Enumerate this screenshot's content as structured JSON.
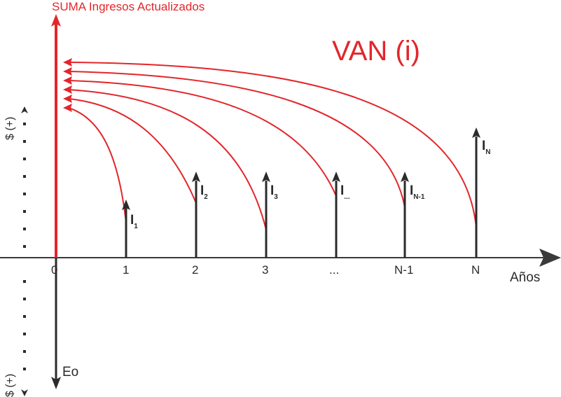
{
  "title": "VAN (i)",
  "sum_label": "SUMA Ingresos Actualizados",
  "axis_label": "Años",
  "side_label_top": "$ (+)",
  "side_label_bottom": "$ (+)",
  "outflow_label": "Eo",
  "zero_tick": "0",
  "periods": [
    {
      "tick": "1",
      "income": "I",
      "sub": "1"
    },
    {
      "tick": "2",
      "income": "I",
      "sub": "2"
    },
    {
      "tick": "3",
      "income": "I",
      "sub": "3"
    },
    {
      "tick": "...",
      "income": "I",
      "sub": "..."
    },
    {
      "tick": "N-1",
      "income": "I",
      "sub": "N-1"
    },
    {
      "tick": "N",
      "income": "I",
      "sub": "N"
    }
  ],
  "colors": {
    "accent": "#e3262b",
    "ink": "#2b2b2b",
    "axis": "#3a3a3a"
  }
}
